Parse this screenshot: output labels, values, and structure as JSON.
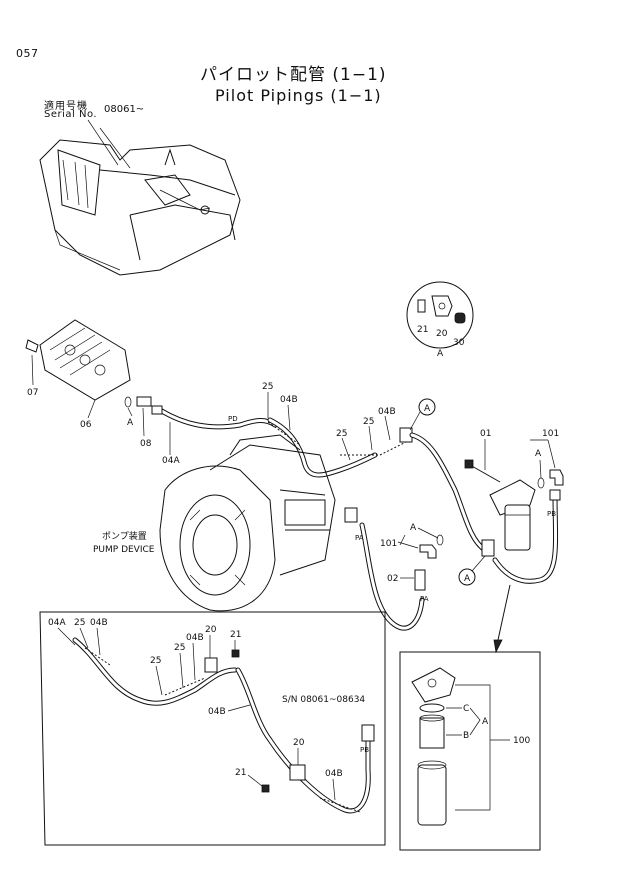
{
  "header": {
    "page_number": "057",
    "title_jp": "パイロット配管 (1−1)",
    "title_en": "Pilot Pipings (1−1)",
    "serial_label_jp": "適用号機",
    "serial_label_en": "Serial No.",
    "serial_value": "08061~"
  },
  "labels": {
    "pump_device_jp": "ポンプ装置",
    "pump_device_en": "PUMP DEVICE",
    "inset_serial": "S/N 08061~08634"
  },
  "callouts": {
    "p07": "07",
    "p06": "06",
    "p08": "08",
    "pA1": "A",
    "p04A": "04A",
    "p25a": "25",
    "p04Ba": "04B",
    "p25b": "25",
    "p25c": "25",
    "p04Bb": "04B",
    "circA1": "A",
    "p01": "01",
    "p101a": "101",
    "pA2": "A",
    "p101b": "101",
    "pA3": "A",
    "p02": "02",
    "circA2": "A",
    "det21": "21",
    "det20": "20",
    "det30": "30",
    "detA": "A",
    "ins04A": "04A",
    "ins25": "25",
    "ins04B": "04B",
    "ins04Bb": "04B",
    "ins20": "20",
    "ins21": "21",
    "ins25b": "25",
    "ins25c": "25",
    "ins04Bc": "04B",
    "ins20b": "20",
    "ins21b": "21",
    "ins04Bd": "04B",
    "filC": "C",
    "filB": "B",
    "filA": "A",
    "fil100": "100"
  },
  "port_marks": {
    "pd": "PD",
    "pa1": "PA",
    "pa2": "PA",
    "pb1": "PB",
    "pb2": "PB"
  }
}
